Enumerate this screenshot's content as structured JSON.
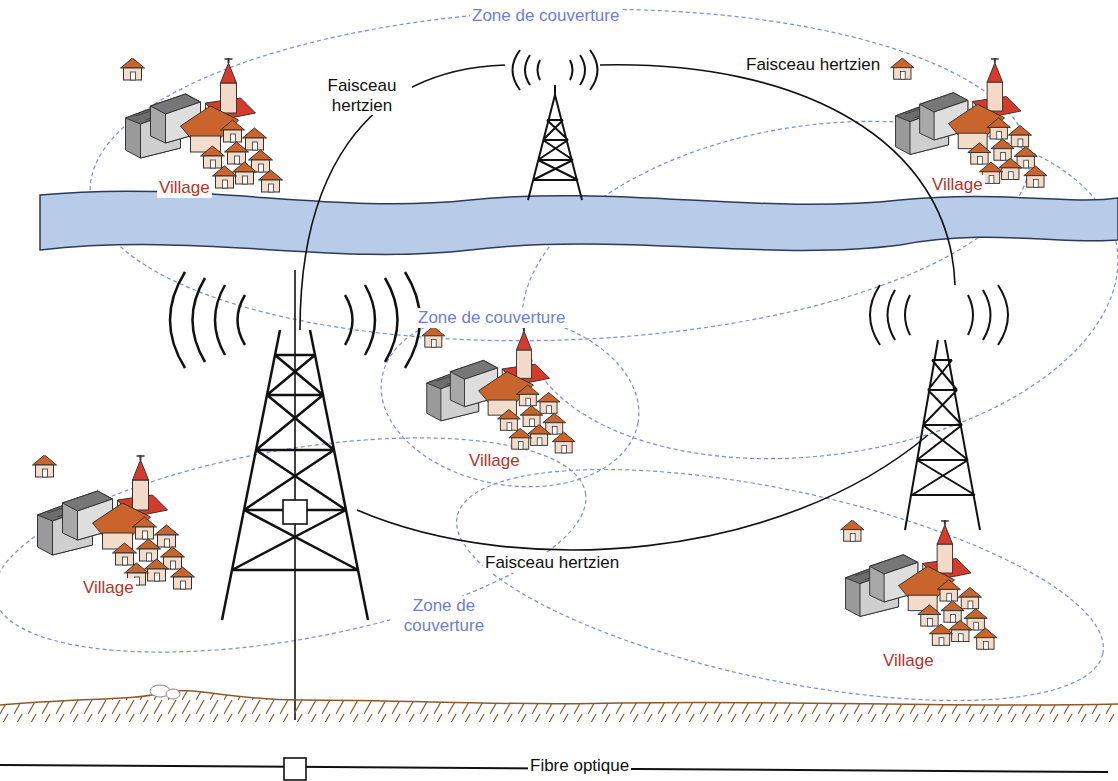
{
  "diagram": {
    "labels": [
      "Zone de couverture",
      "Faisceau hertzien",
      "Faisceau hertzien",
      "Village",
      "Village",
      "Zone de couverture",
      "Village",
      "Village",
      "Faisceau hertzien",
      "Zone de couverture",
      "Village",
      "Fibre optique"
    ]
  }
}
